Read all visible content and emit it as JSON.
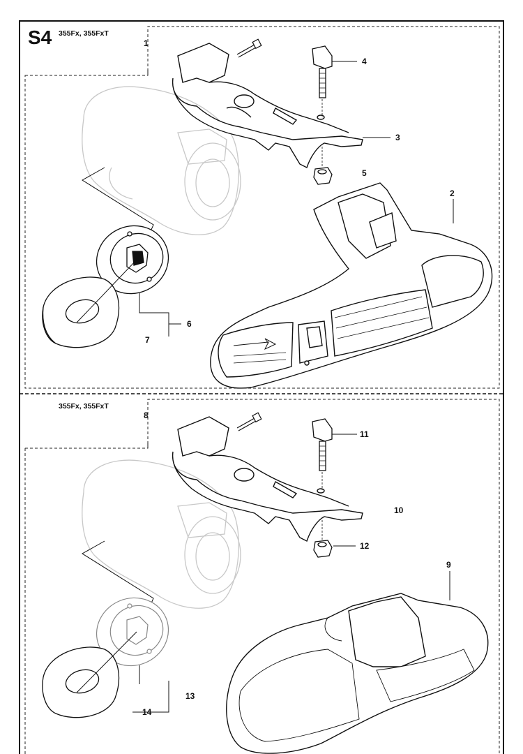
{
  "sheet_code": "S4",
  "section_top": {
    "models": "355Fx, 355FxT",
    "callouts": [
      "1",
      "2",
      "3",
      "4",
      "5",
      "6",
      "7"
    ]
  },
  "section_bottom": {
    "models": "355Fx, 355FxT",
    "callouts": [
      "8",
      "9",
      "10",
      "11",
      "12",
      "13",
      "14"
    ]
  }
}
